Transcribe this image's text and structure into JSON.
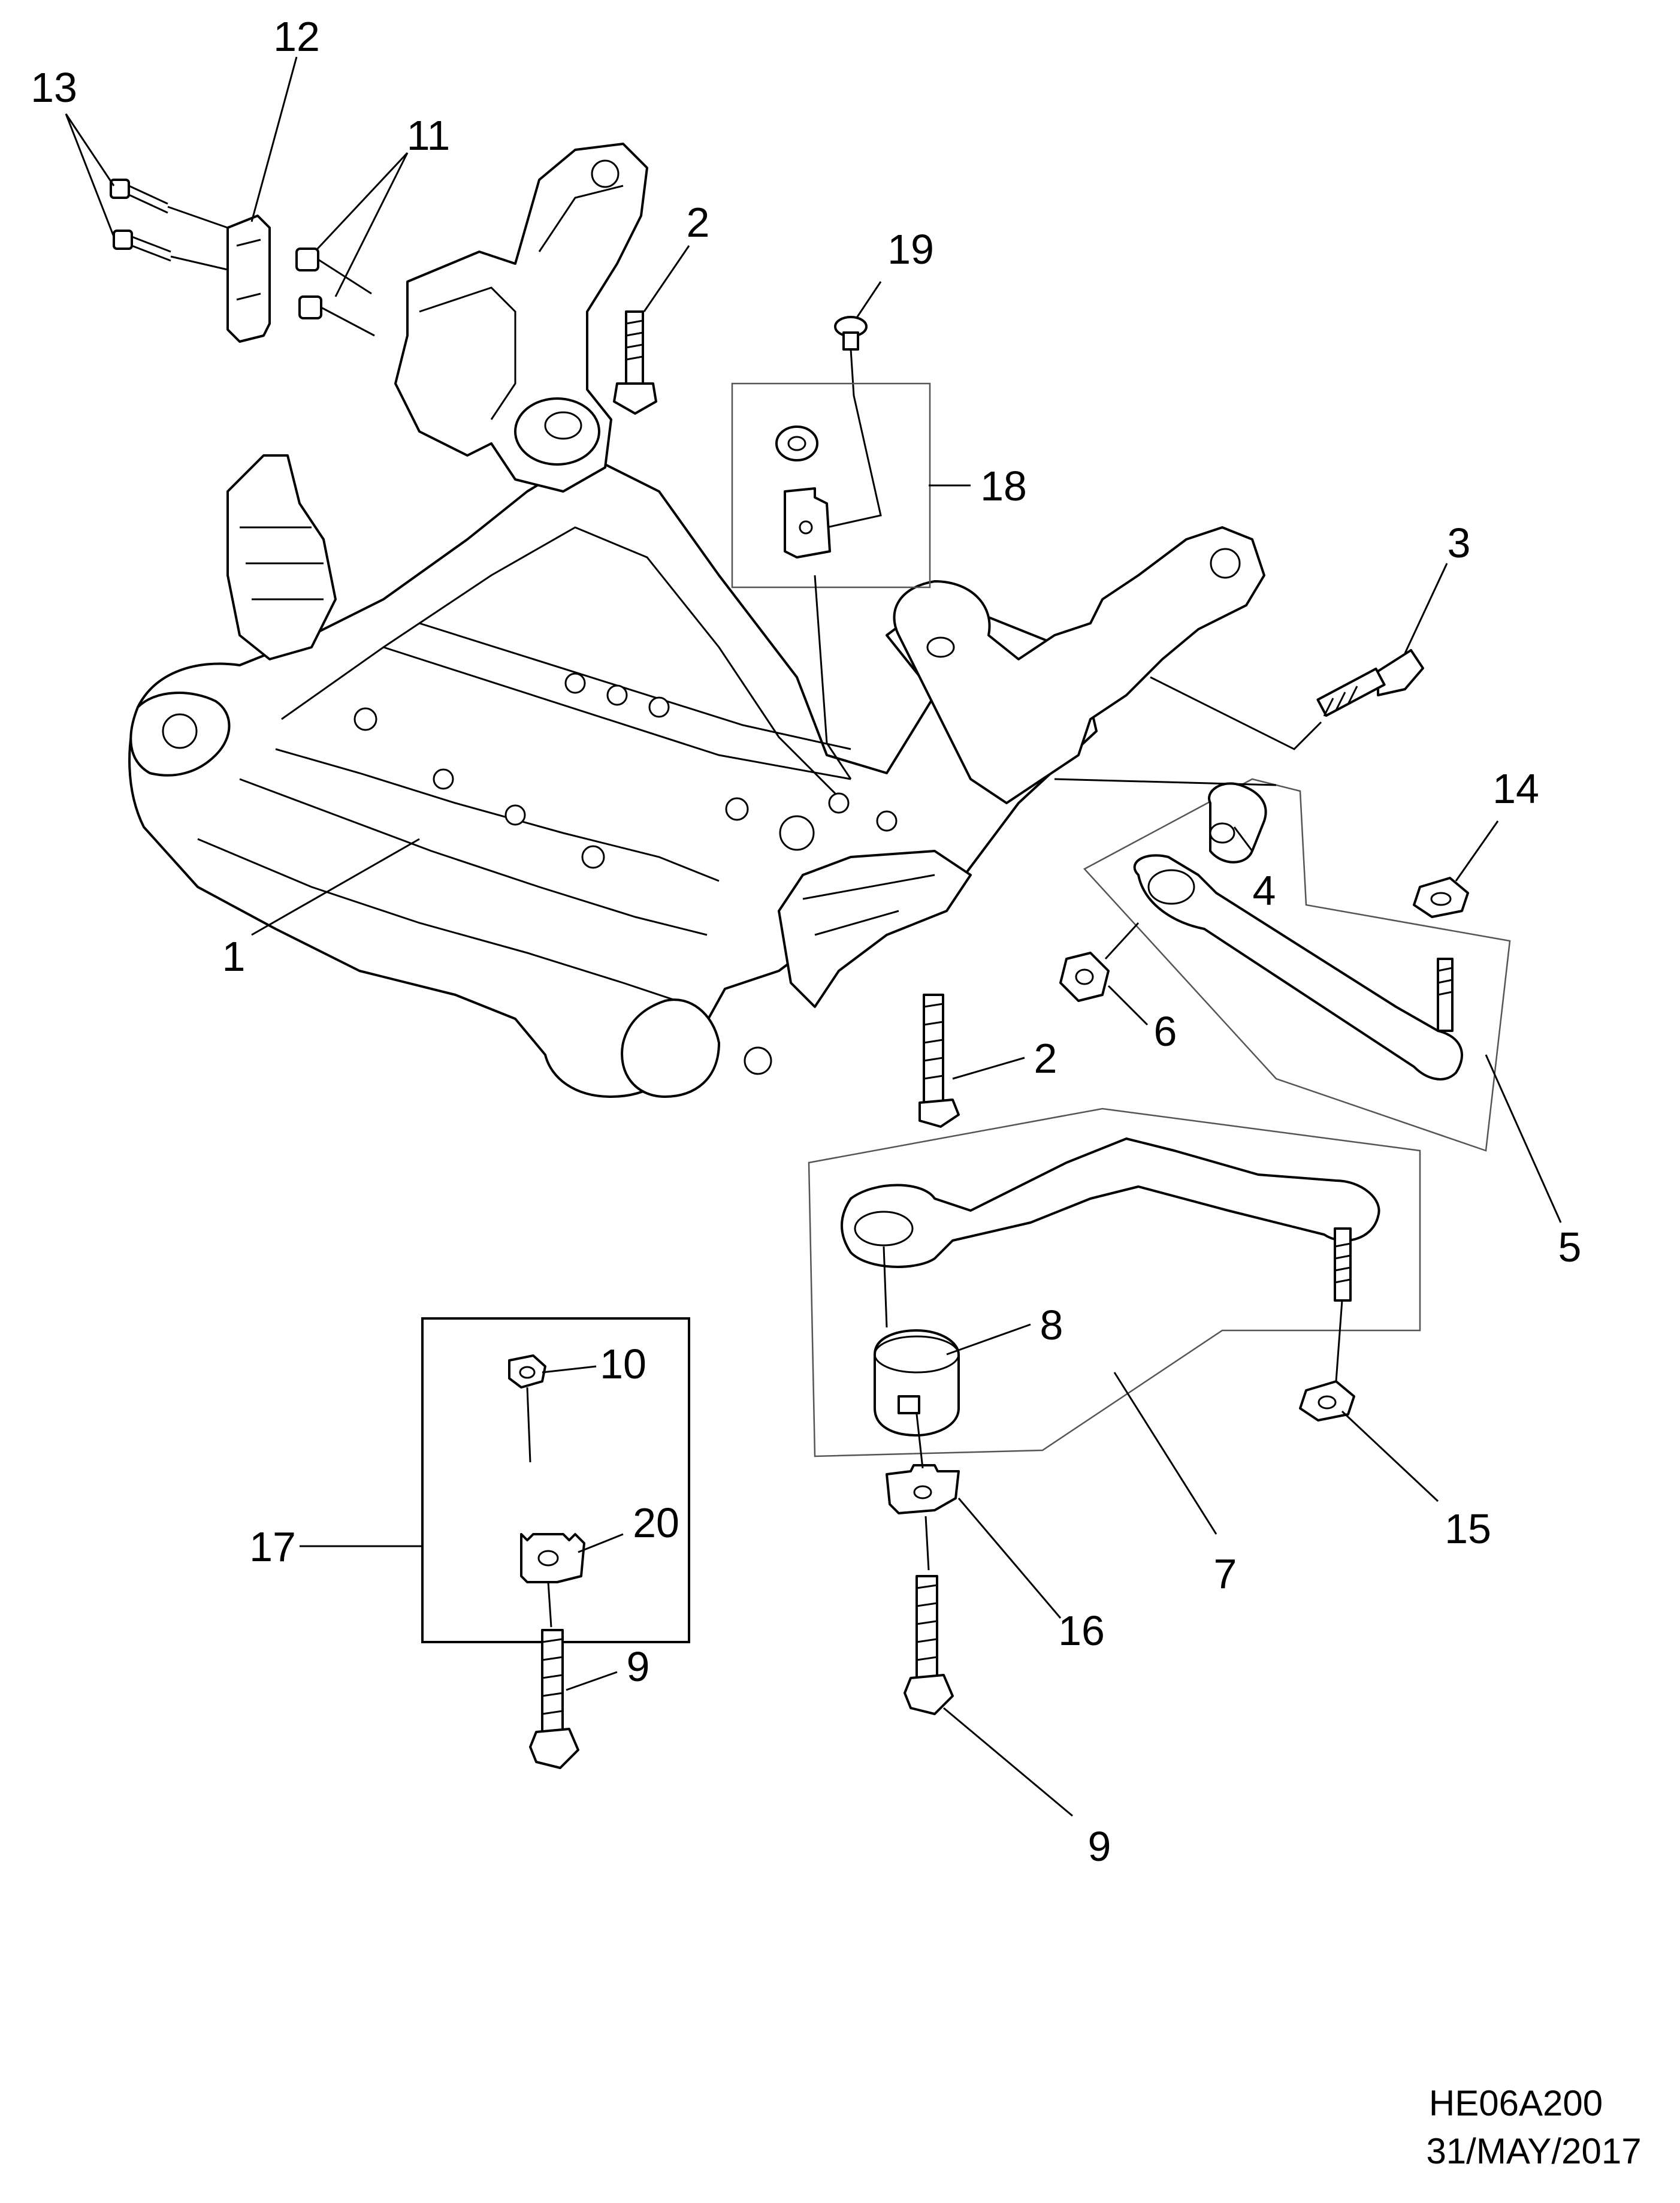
{
  "callouts": [
    "13",
    "12",
    "11",
    "2",
    "19",
    "18",
    "3",
    "14",
    "4",
    "6",
    "2",
    "5",
    "1",
    "8",
    "7",
    "15",
    "10",
    "20",
    "17",
    "9",
    "16",
    "9"
  ],
  "footer": {
    "code": "HE06A200",
    "date": "31/MAY/2017"
  }
}
